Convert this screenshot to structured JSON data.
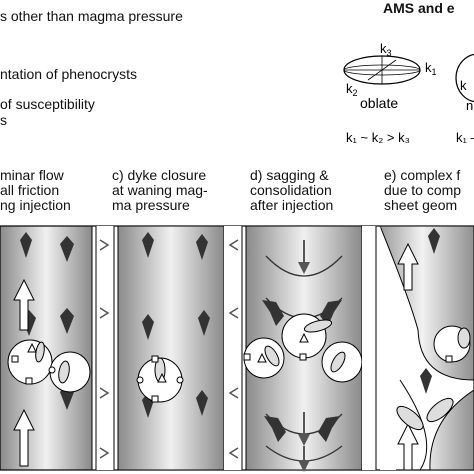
{
  "legend": {
    "line1": "s other than magma pressure",
    "line2": "ntation of phenocrysts",
    "line3": "of susceptibility",
    "line4": "s"
  },
  "ams": {
    "title": "AMS and e",
    "k1": "k",
    "k1_sub": "1",
    "k2": "k",
    "k2_sub": "2",
    "k3": "k",
    "k3_sub": "3",
    "oblate": "oblate",
    "formula_left": "k₁ ~ k₂ > k₃",
    "formula_right": "k₁ –",
    "partial_right": "n"
  },
  "panels": [
    {
      "title_l1": "minar flow",
      "title_l2": "all friction",
      "title_l3": "ng injection"
    },
    {
      "title_l1": "c) dyke closure",
      "title_l2": "at waning mag-",
      "title_l3": "ma pressure"
    },
    {
      "title_l1": "d) sagging &",
      "title_l2": "consolidation",
      "title_l3": "after injection"
    },
    {
      "title_l1": "e) complex f",
      "title_l2": "due to comp",
      "title_l3": "sheet geom"
    }
  ]
}
